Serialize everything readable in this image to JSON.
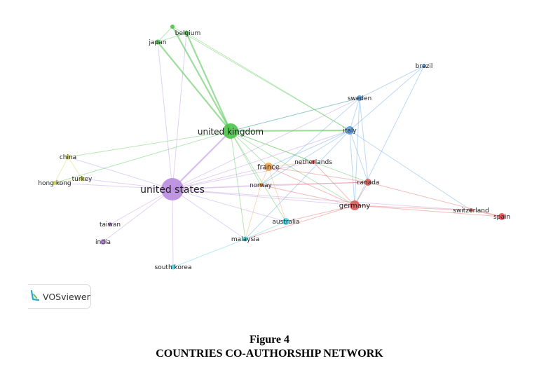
{
  "diagram": {
    "nodes": [
      {
        "id": "united_states",
        "label": "united states",
        "cluster": "purple"
      },
      {
        "id": "united_kingdom",
        "label": "united kingdom",
        "cluster": "green"
      },
      {
        "id": "belgium",
        "label": "belgium",
        "cluster": "green"
      },
      {
        "id": "green_small",
        "label": "",
        "cluster": "green"
      },
      {
        "id": "japan",
        "label": "japan",
        "cluster": "green"
      },
      {
        "id": "italy",
        "label": "italy",
        "cluster": "blue"
      },
      {
        "id": "sweden",
        "label": "sweden",
        "cluster": "blue"
      },
      {
        "id": "brazil",
        "label": "brazil",
        "cluster": "blue"
      },
      {
        "id": "france",
        "label": "france",
        "cluster": "orange"
      },
      {
        "id": "norway",
        "label": "norway",
        "cluster": "orange"
      },
      {
        "id": "netherlands",
        "label": "netherlands",
        "cluster": "red"
      },
      {
        "id": "canada",
        "label": "canada",
        "cluster": "red"
      },
      {
        "id": "germany",
        "label": "germany",
        "cluster": "red"
      },
      {
        "id": "switzerland",
        "label": "switzerland",
        "cluster": "red"
      },
      {
        "id": "spain",
        "label": "spain",
        "cluster": "red"
      },
      {
        "id": "china",
        "label": "china",
        "cluster": "yellow"
      },
      {
        "id": "hong_kong",
        "label": "hong kong",
        "cluster": "yellow"
      },
      {
        "id": "turkey",
        "label": "turkey",
        "cluster": "yellow"
      },
      {
        "id": "taiwan",
        "label": "taiwan",
        "cluster": "purple"
      },
      {
        "id": "india",
        "label": "india",
        "cluster": "purple"
      },
      {
        "id": "australia",
        "label": "australia",
        "cluster": "cyan"
      },
      {
        "id": "malaysia",
        "label": "malaysia",
        "cluster": "cyan"
      },
      {
        "id": "south_korea",
        "label": "south korea",
        "cluster": "cyan"
      }
    ],
    "edges": [
      [
        "united_states",
        "united_kingdom"
      ],
      [
        "united_states",
        "italy"
      ],
      [
        "united_states",
        "france"
      ],
      [
        "united_states",
        "germany"
      ],
      [
        "united_states",
        "canada"
      ],
      [
        "united_states",
        "netherlands"
      ],
      [
        "united_states",
        "norway"
      ],
      [
        "united_states",
        "china"
      ],
      [
        "united_states",
        "turkey"
      ],
      [
        "united_states",
        "hong_kong"
      ],
      [
        "united_states",
        "taiwan"
      ],
      [
        "united_states",
        "india"
      ],
      [
        "united_states",
        "south_korea"
      ],
      [
        "united_states",
        "malaysia"
      ],
      [
        "united_states",
        "australia"
      ],
      [
        "united_states",
        "japan"
      ],
      [
        "united_states",
        "belgium"
      ],
      [
        "united_states",
        "sweden"
      ],
      [
        "united_states",
        "switzerland"
      ],
      [
        "united_kingdom",
        "belgium"
      ],
      [
        "united_kingdom",
        "japan"
      ],
      [
        "united_kingdom",
        "green_small"
      ],
      [
        "united_kingdom",
        "italy"
      ],
      [
        "united_kingdom",
        "france"
      ],
      [
        "united_kingdom",
        "germany"
      ],
      [
        "united_kingdom",
        "netherlands"
      ],
      [
        "united_kingdom",
        "canada"
      ],
      [
        "united_kingdom",
        "norway"
      ],
      [
        "united_kingdom",
        "australia"
      ],
      [
        "united_kingdom",
        "malaysia"
      ],
      [
        "united_kingdom",
        "china"
      ],
      [
        "united_kingdom",
        "hong_kong"
      ],
      [
        "united_kingdom",
        "sweden"
      ],
      [
        "belgium",
        "japan"
      ],
      [
        "belgium",
        "italy"
      ],
      [
        "green_small",
        "japan"
      ],
      [
        "green_small",
        "italy"
      ],
      [
        "italy",
        "sweden"
      ],
      [
        "italy",
        "brazil"
      ],
      [
        "italy",
        "germany"
      ],
      [
        "italy",
        "canada"
      ],
      [
        "italy",
        "france"
      ],
      [
        "italy",
        "norway"
      ],
      [
        "italy",
        "switzerland"
      ],
      [
        "italy",
        "malaysia"
      ],
      [
        "sweden",
        "brazil"
      ],
      [
        "sweden",
        "germany"
      ],
      [
        "sweden",
        "canada"
      ],
      [
        "sweden",
        "norway"
      ],
      [
        "sweden",
        "united_kingdom"
      ],
      [
        "brazil",
        "germany"
      ],
      [
        "germany",
        "switzerland"
      ],
      [
        "germany",
        "spain"
      ],
      [
        "germany",
        "canada"
      ],
      [
        "germany",
        "france"
      ],
      [
        "germany",
        "netherlands"
      ],
      [
        "germany",
        "australia"
      ],
      [
        "germany",
        "norway"
      ],
      [
        "germany",
        "malaysia"
      ],
      [
        "switzerland",
        "spain"
      ],
      [
        "canada",
        "spain"
      ],
      [
        "canada",
        "france"
      ],
      [
        "canada",
        "norway"
      ],
      [
        "france",
        "norway"
      ],
      [
        "france",
        "netherlands"
      ],
      [
        "france",
        "australia"
      ],
      [
        "norway",
        "malaysia"
      ],
      [
        "malaysia",
        "australia"
      ],
      [
        "malaysia",
        "south_korea"
      ],
      [
        "china",
        "hong_kong"
      ],
      [
        "china",
        "turkey"
      ],
      [
        "hong_kong",
        "turkey"
      ]
    ],
    "colors": {
      "purple": "#b98be0",
      "green": "#4cc24a",
      "blue": "#5a9fe0",
      "orange": "#f2a24a",
      "red": "#e05a5a",
      "yellow": "#cbd24a",
      "cyan": "#4fcfe0"
    }
  },
  "badge": {
    "text": "VOSviewer"
  },
  "caption": {
    "line1": "Figure 4",
    "line2": "COUNTRIES CO-AUTHORSHIP NETWORK"
  }
}
